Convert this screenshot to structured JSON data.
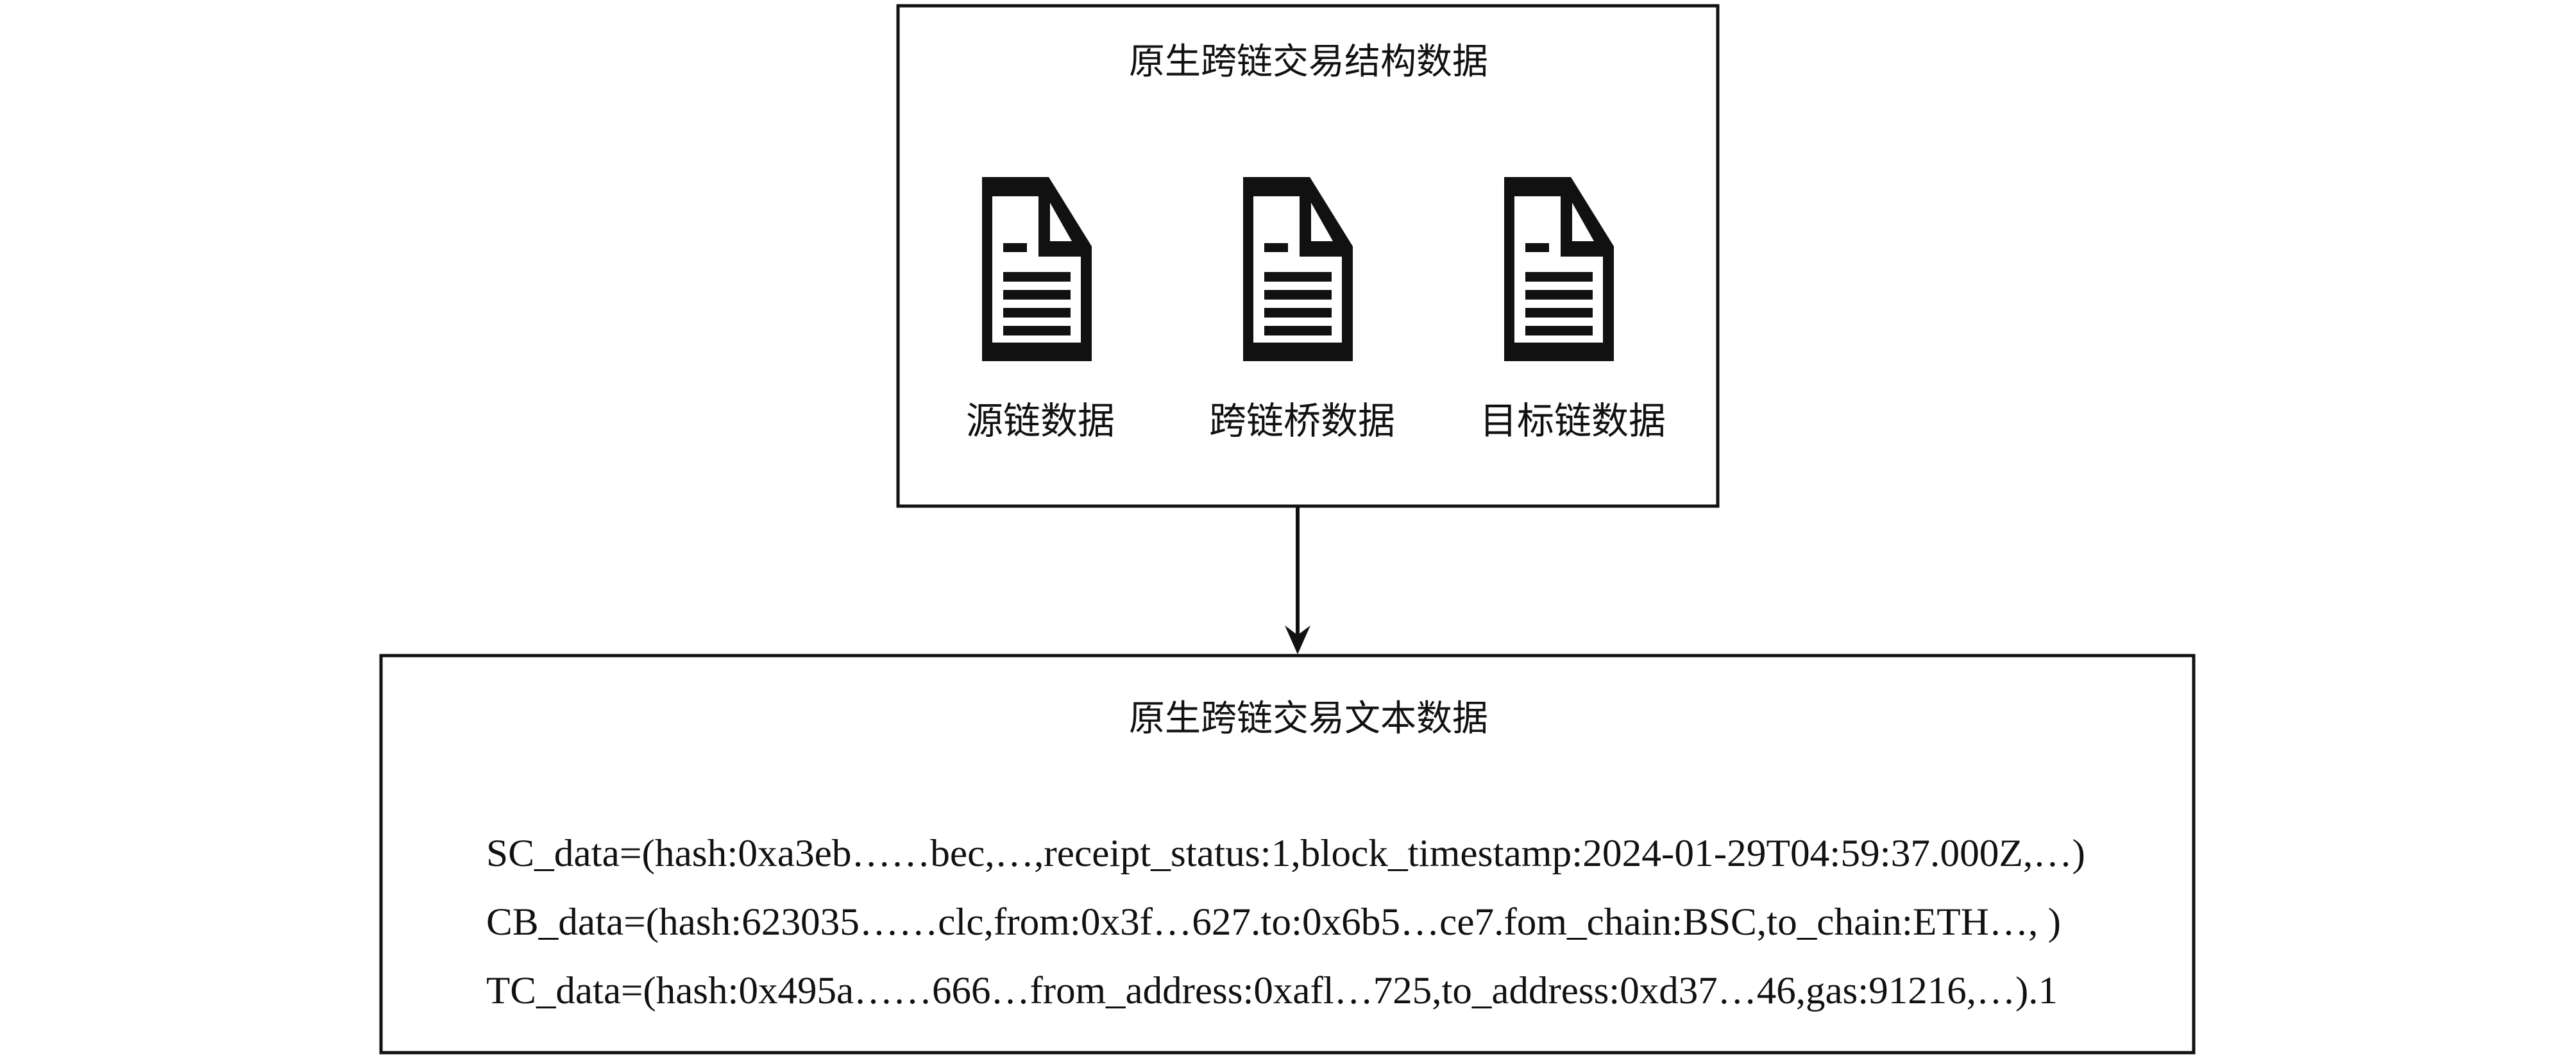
{
  "top_box": {
    "title": "原生跨链交易结构数据",
    "documents": [
      {
        "label": "源链数据",
        "icon": "document-icon"
      },
      {
        "label": "跨链桥数据",
        "icon": "document-icon"
      },
      {
        "label": "目标链数据",
        "icon": "document-icon"
      }
    ]
  },
  "bottom_box": {
    "title": "原生跨链交易文本数据",
    "lines": [
      "SC_data=(hash:0xa3eb……bec,…,receipt_status:1,block_timestamp:2024-01-29T04:59:37.000Z,…)",
      "CB_data=(hash:623035……clc,from:0x3f…627.to:0x6b5…ce7.fom_chain:BSC,to_chain:ETH…, )",
      "TC_data=(hash:0x495a……666…from_address:0xafl…725,to_address:0xd37…46,gas:91216,…).1"
    ]
  },
  "colors": {
    "stroke": "#111111",
    "background": "#ffffff"
  }
}
